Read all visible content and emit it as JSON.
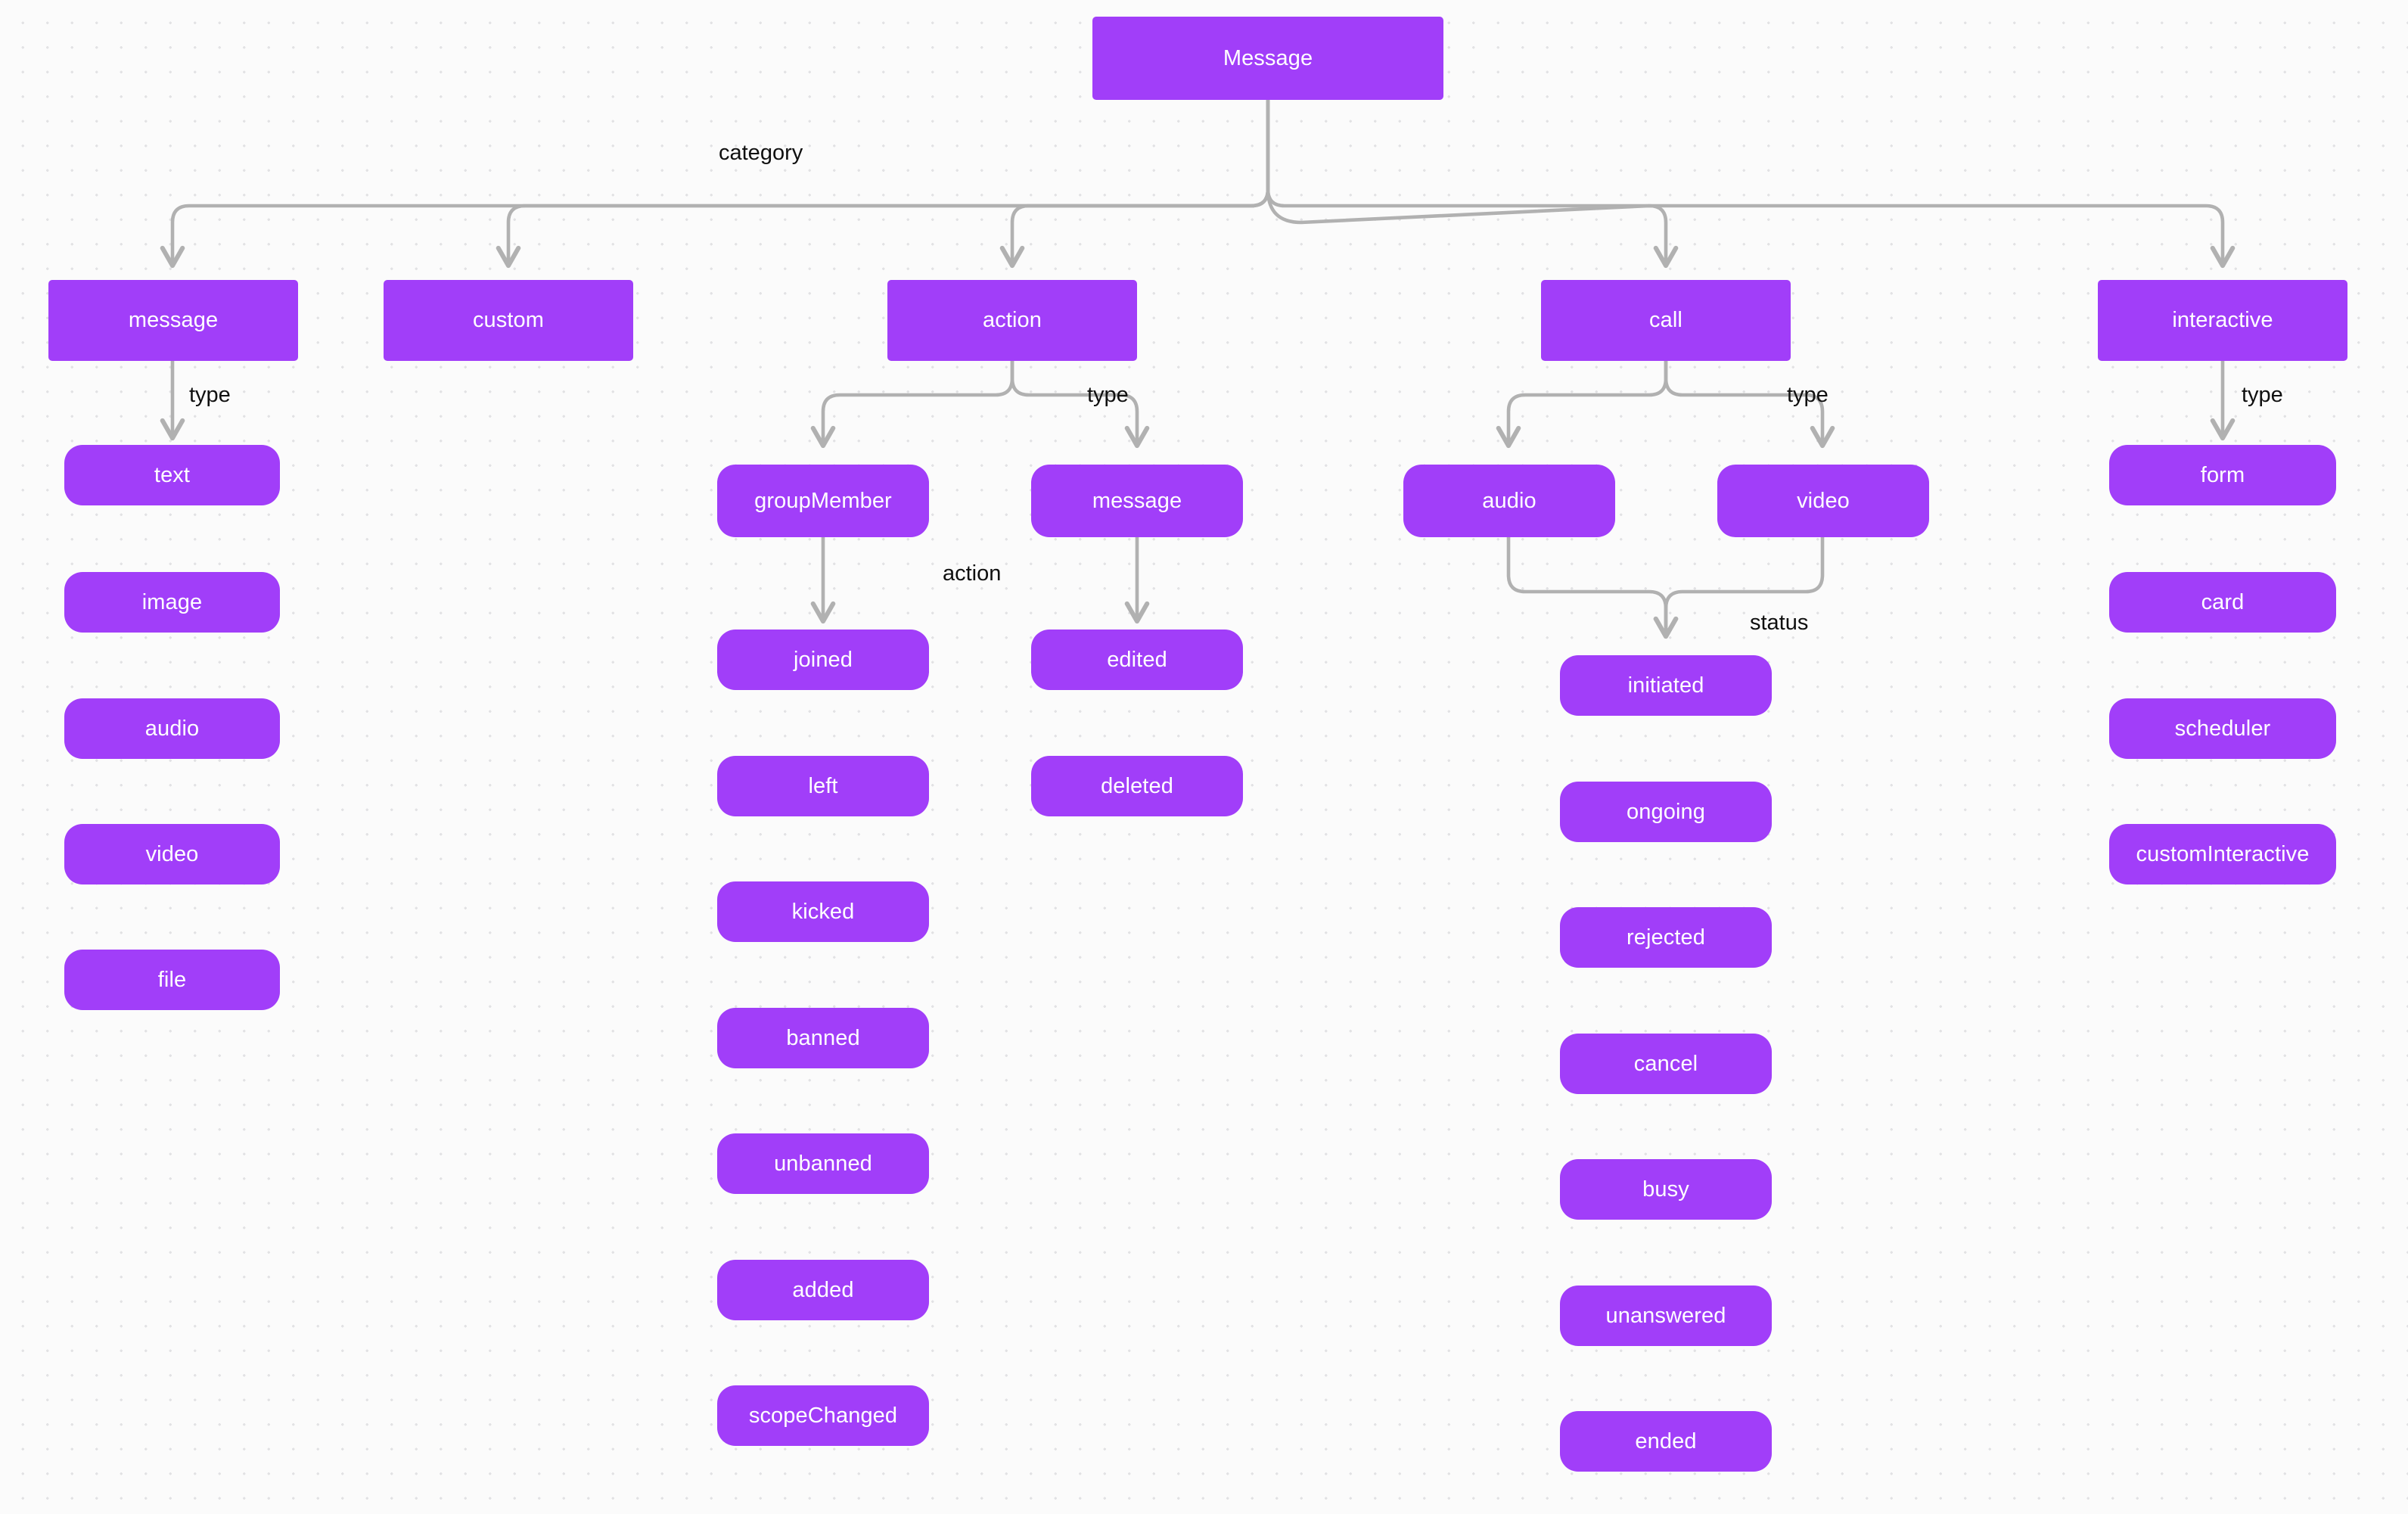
{
  "diagram": {
    "title": "Message",
    "node_color": "#a13ef9",
    "node_text_color": "#ffffff",
    "edge_color": "#b1b1b1",
    "label_color": "#101010",
    "background_color": "#fbfbfb",
    "dot_color": "#e2e2e4"
  },
  "root": {
    "label": "Message"
  },
  "edge_labels": {
    "category": "category",
    "type_message": "type",
    "type_action": "type",
    "type_call": "type",
    "type_interactive": "type",
    "action_groupmember": "action",
    "status_call": "status"
  },
  "categories": [
    {
      "label": "message"
    },
    {
      "label": "custom"
    },
    {
      "label": "action"
    },
    {
      "label": "call"
    },
    {
      "label": "interactive"
    }
  ],
  "message_types": [
    {
      "label": "text"
    },
    {
      "label": "image"
    },
    {
      "label": "audio"
    },
    {
      "label": "video"
    },
    {
      "label": "file"
    }
  ],
  "action_types": [
    {
      "label": "groupMember"
    },
    {
      "label": "message"
    }
  ],
  "group_member_actions": [
    {
      "label": "joined"
    },
    {
      "label": "left"
    },
    {
      "label": "kicked"
    },
    {
      "label": "banned"
    },
    {
      "label": "unbanned"
    },
    {
      "label": "added"
    },
    {
      "label": "scopeChanged"
    }
  ],
  "message_actions": [
    {
      "label": "edited"
    },
    {
      "label": "deleted"
    }
  ],
  "call_types": [
    {
      "label": "audio"
    },
    {
      "label": "video"
    }
  ],
  "call_statuses": [
    {
      "label": "initiated"
    },
    {
      "label": "ongoing"
    },
    {
      "label": "rejected"
    },
    {
      "label": "cancel"
    },
    {
      "label": "busy"
    },
    {
      "label": "unanswered"
    },
    {
      "label": "ended"
    }
  ],
  "interactive_types": [
    {
      "label": "form"
    },
    {
      "label": "card"
    },
    {
      "label": "scheduler"
    },
    {
      "label": "customInteractive"
    }
  ]
}
